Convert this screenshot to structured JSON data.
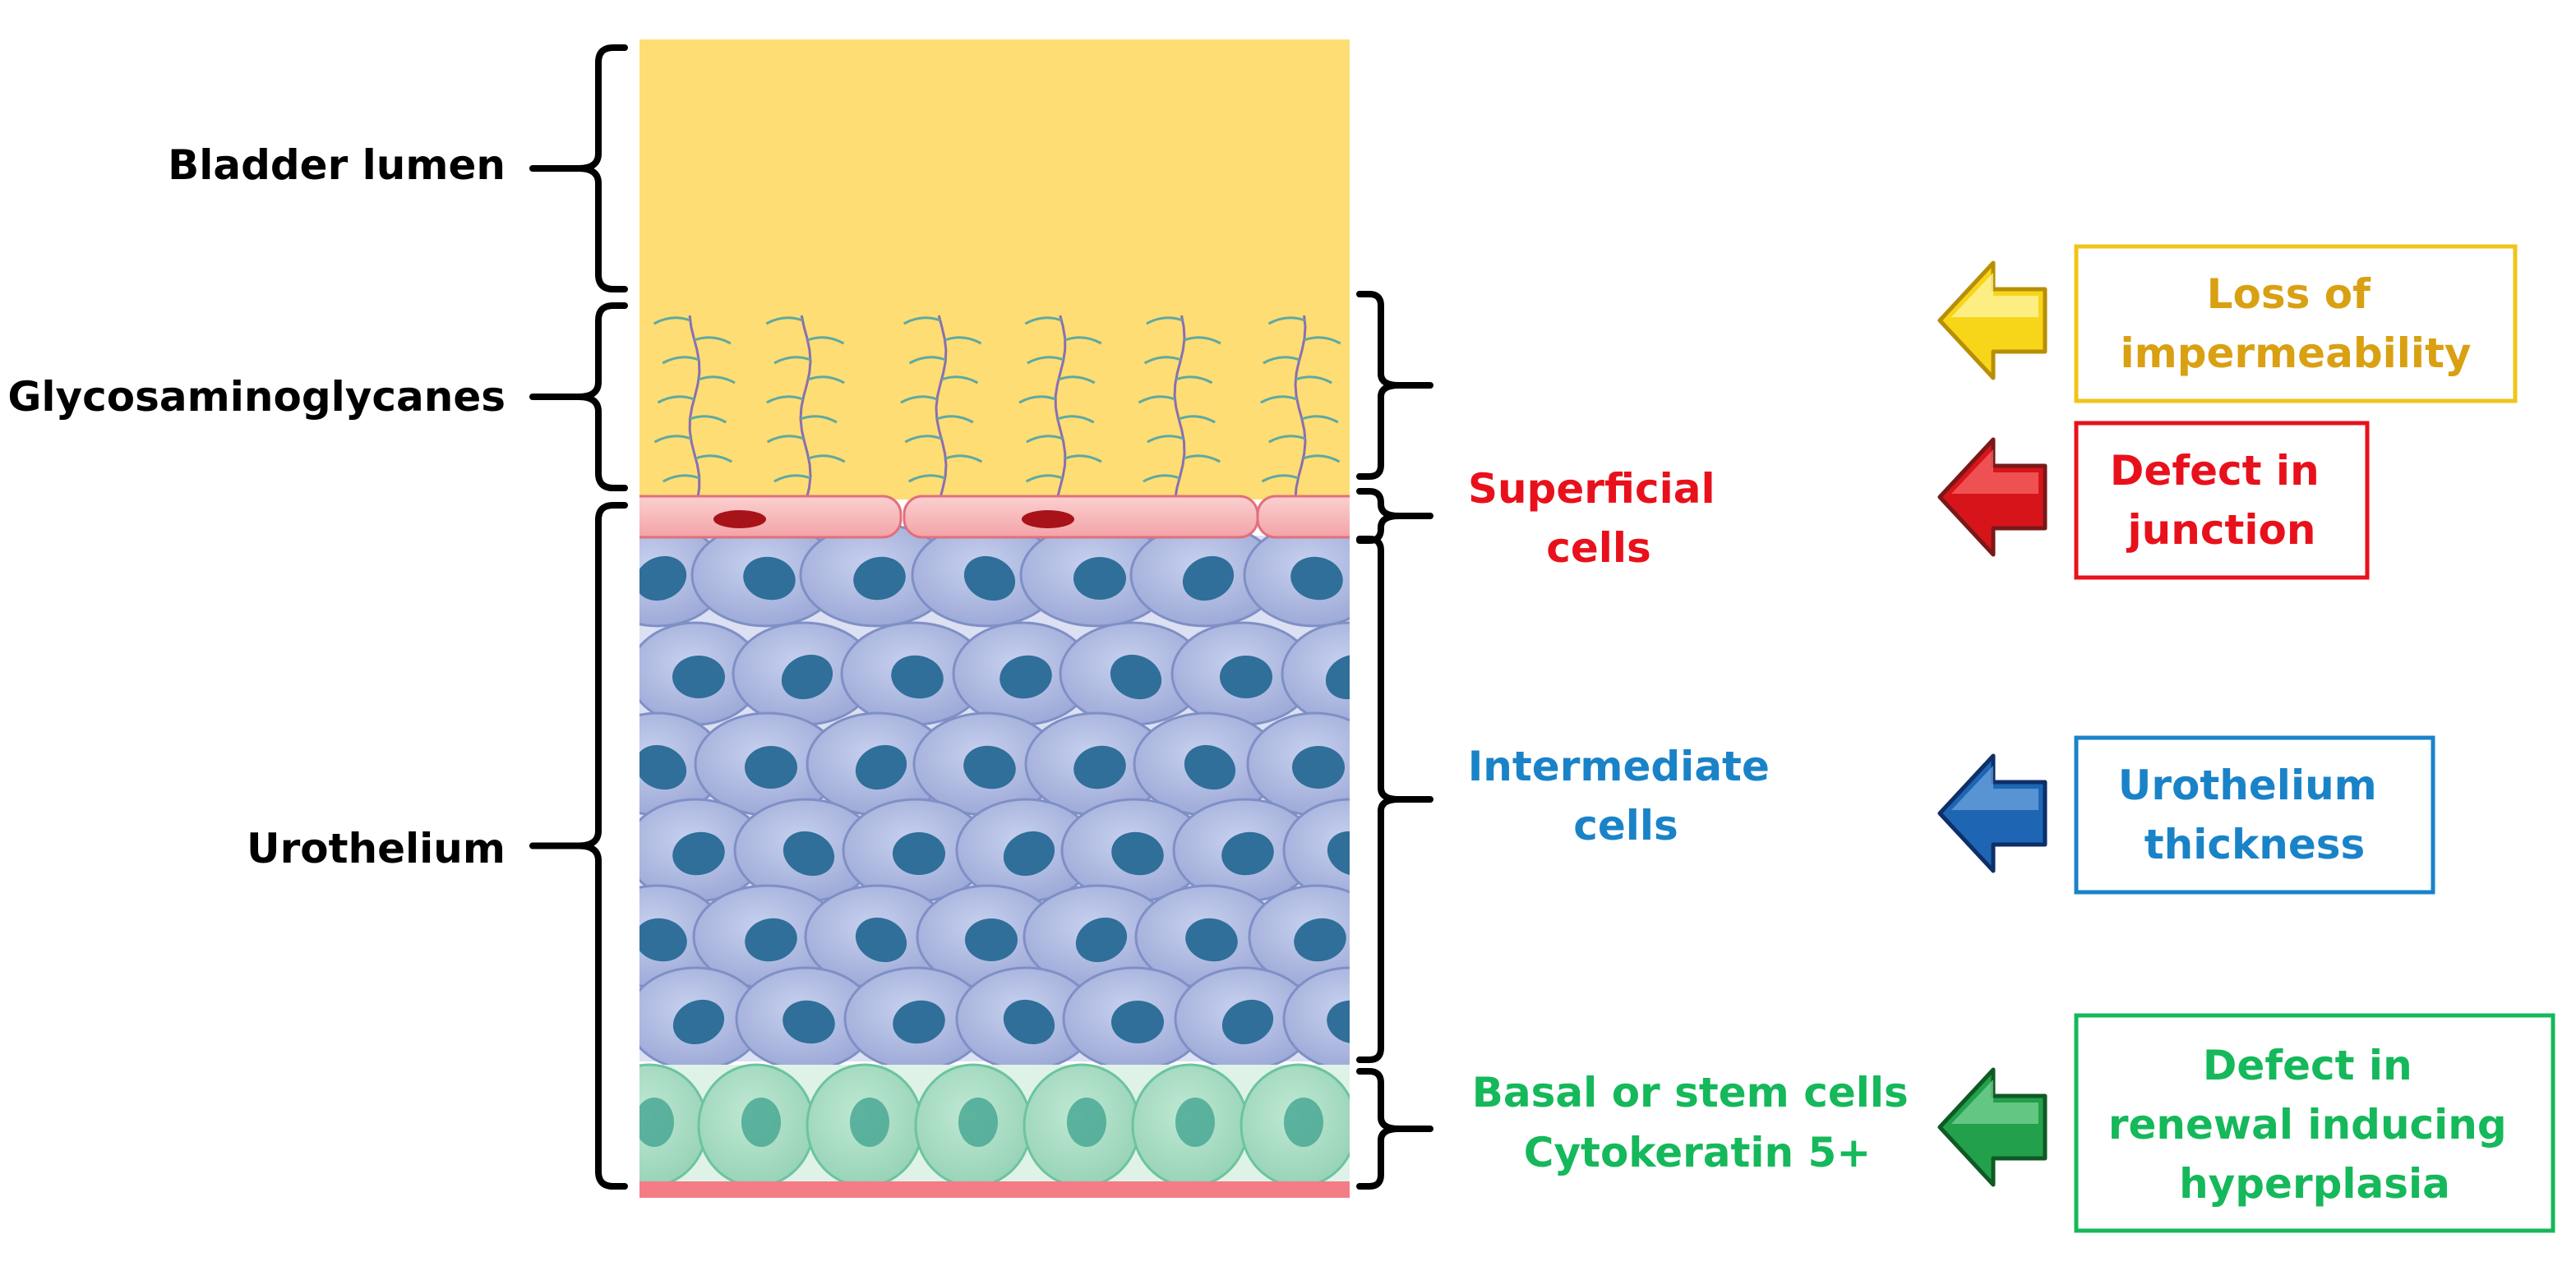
{
  "left_labels": {
    "bladder_lumen": "Bladder lumen",
    "glycosaminoglycanes": "Glycosaminoglycanes",
    "urothelium": "Urothelium"
  },
  "right_labels": {
    "superficial": [
      "Superficial",
      "cells"
    ],
    "intermediate": [
      "Intermediate",
      "cells"
    ],
    "basal": [
      "Basal or stem cells",
      "Cytokeratin 5+"
    ]
  },
  "defect_boxes": {
    "impermeability": [
      "Loss of",
      "impermeability"
    ],
    "junction": [
      "Defect in",
      "junction"
    ],
    "thickness": [
      "Urothelium",
      "thickness"
    ],
    "renewal": [
      "Defect in",
      "renewal inducing",
      "hyperplasia"
    ]
  },
  "colors": {
    "lumen": "#fddd74",
    "superficial": "#e8111b",
    "intermediate": "#1a83c8",
    "basal": "#15b85a",
    "impermeability": "#d9a012",
    "intermediate_cell_fill": "#aab6de",
    "basal_cell_fill": "#a5dcc3"
  }
}
